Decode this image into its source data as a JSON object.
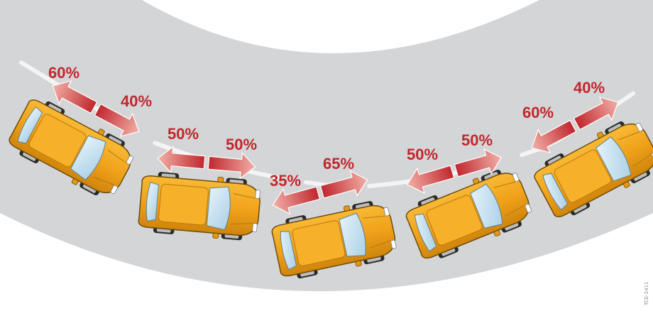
{
  "colors": {
    "road": "#d4d5d7",
    "lane_marking": "#f3f4f5",
    "car_body": "#f0a21a",
    "car_body_dark": "#c77f0c",
    "car_glass": "#c9e4f2",
    "tyre": "#2b2b2b",
    "arrow_red": "#c0272d",
    "arrow_light": "#f2b0a8",
    "label_red": "#c1272d"
  },
  "cars": [
    {
      "name": "car-1",
      "front_pct": "40%",
      "rear_pct": "60%"
    },
    {
      "name": "car-2",
      "front_pct": "50%",
      "rear_pct": "50%"
    },
    {
      "name": "car-3",
      "front_pct": "65%",
      "rear_pct": "35%"
    },
    {
      "name": "car-4",
      "front_pct": "50%",
      "rear_pct": "50%"
    },
    {
      "name": "car-5",
      "front_pct": "40%",
      "rear_pct": "60%"
    }
  ],
  "figure_code": "TCE-2411"
}
